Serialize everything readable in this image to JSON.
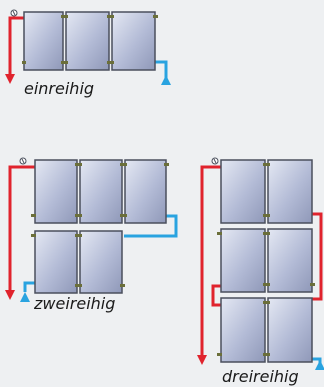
{
  "colors": {
    "hot": "#e0232d",
    "cold": "#29a3e0",
    "panel_light": "#e4e8f3",
    "panel_dark": "#8f98b8",
    "frame": "#4a4f5c",
    "background": "#eef0f2"
  },
  "diagrams": [
    {
      "key": "single_row",
      "label": "einreihig",
      "columns": 3,
      "rows": 1
    },
    {
      "key": "two_rows",
      "label": "zweireihig",
      "columns": [
        3,
        2
      ],
      "rows": 2
    },
    {
      "key": "three_rows",
      "label": "dreireihig",
      "columns": 2,
      "rows": 3
    }
  ],
  "sensor_symbol": "sensor-icon"
}
